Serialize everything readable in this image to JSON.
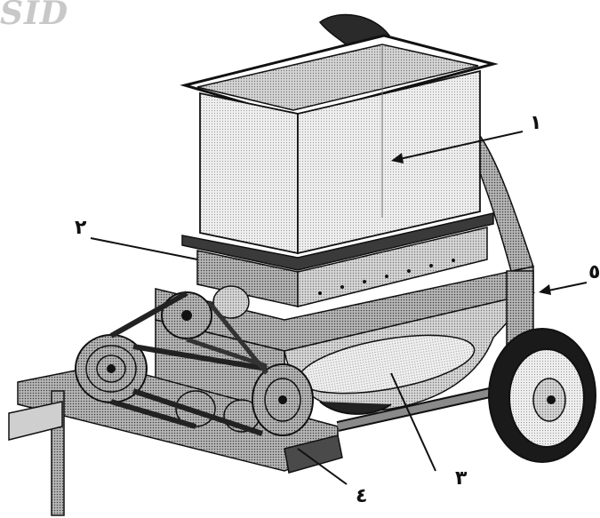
{
  "watermark": "SID",
  "callouts": [
    {
      "id": "hopper",
      "label": "١"
    },
    {
      "id": "feed-gate",
      "label": "٢"
    },
    {
      "id": "drum",
      "label": "٣"
    },
    {
      "id": "chassis",
      "label": "٤"
    },
    {
      "id": "outlet",
      "label": "٥"
    }
  ],
  "colors": {
    "ink": "#111111",
    "metal_light": "#e2e2e2",
    "metal_mid": "#a9a9a9",
    "metal_dark": "#555555",
    "tire": "#1a1a1a"
  }
}
